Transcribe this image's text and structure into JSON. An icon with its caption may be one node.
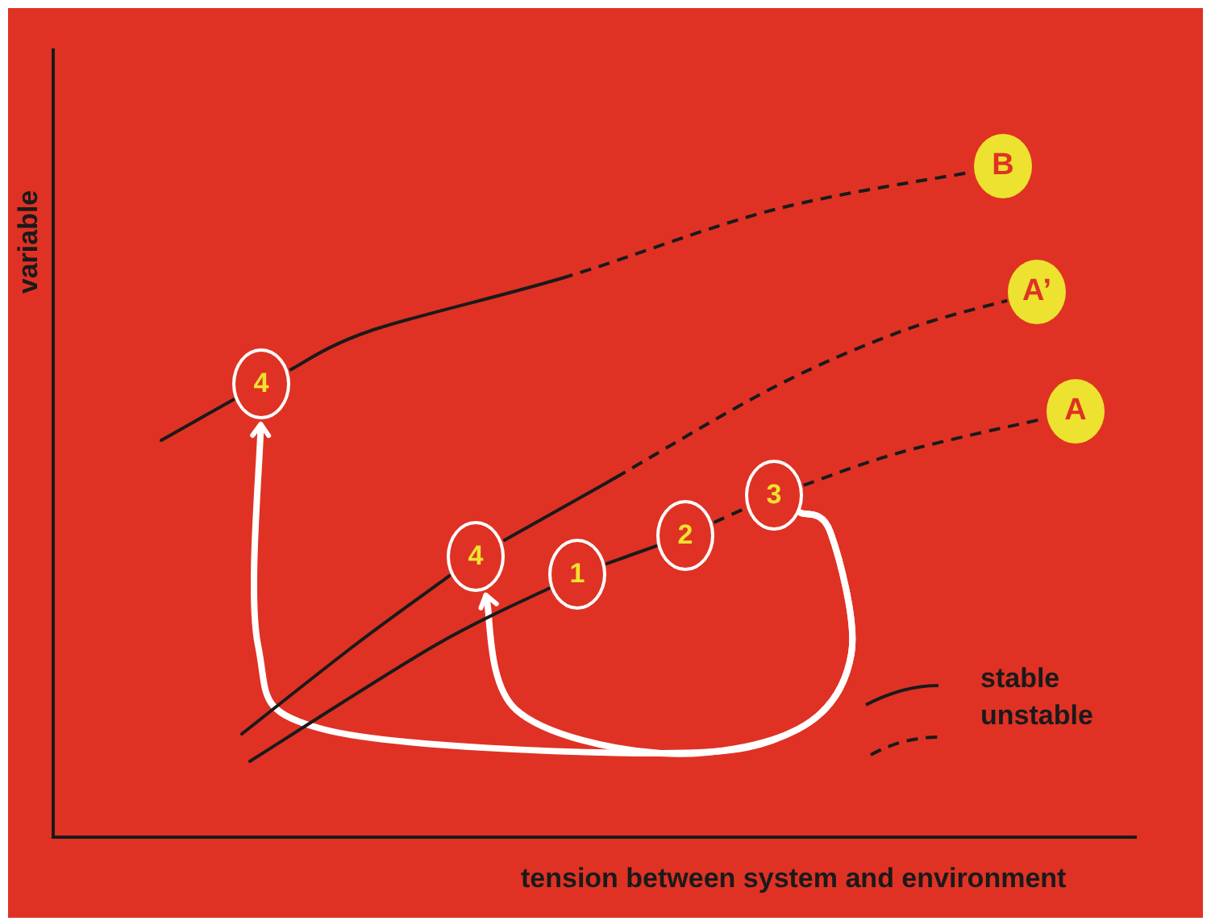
{
  "diagram": {
    "nodes": [
      {
        "text": [
          "B"
        ]
      },
      {
        "text": [
          "A’"
        ]
      },
      {
        "text": [
          "4"
        ]
      },
      {
        "text": [
          "A"
        ]
      },
      {
        "text": [
          "3"
        ]
      },
      {
        "text": [
          "2"
        ]
      },
      {
        "text": [
          "4"
        ]
      },
      {
        "text": [
          "1"
        ]
      }
    ],
    "edges": [
      {
        "from": 4,
        "to": 6,
        "arrow": "to",
        "style": "thick",
        "color": "#ffffff"
      },
      {
        "from": 4,
        "to": 2,
        "arrow": "to",
        "style": "thick",
        "color": "#ffffff"
      },
      {
        "from": null,
        "to": 2,
        "arrow": "none"
      },
      {
        "from": 2,
        "to": 0,
        "arrow": "none",
        "style": "dashed"
      },
      {
        "from": null,
        "to": 6,
        "arrow": "none"
      },
      {
        "from": 6,
        "to": 1,
        "arrow": "none",
        "style": "dashed"
      },
      {
        "from": null,
        "to": 7,
        "arrow": "none"
      },
      {
        "from": 7,
        "to": 5,
        "arrow": "none"
      },
      {
        "from": 5,
        "to": 4,
        "arrow": "none",
        "style": "dashed"
      },
      {
        "from": 4,
        "to": 3,
        "arrow": "none",
        "style": "dashed"
      }
    ],
    "labels": [
      "variable",
      "tension between system and environment"
    ],
    "legend": [
      {
        "text": "stable"
      },
      {
        "text": "unstable"
      }
    ]
  }
}
